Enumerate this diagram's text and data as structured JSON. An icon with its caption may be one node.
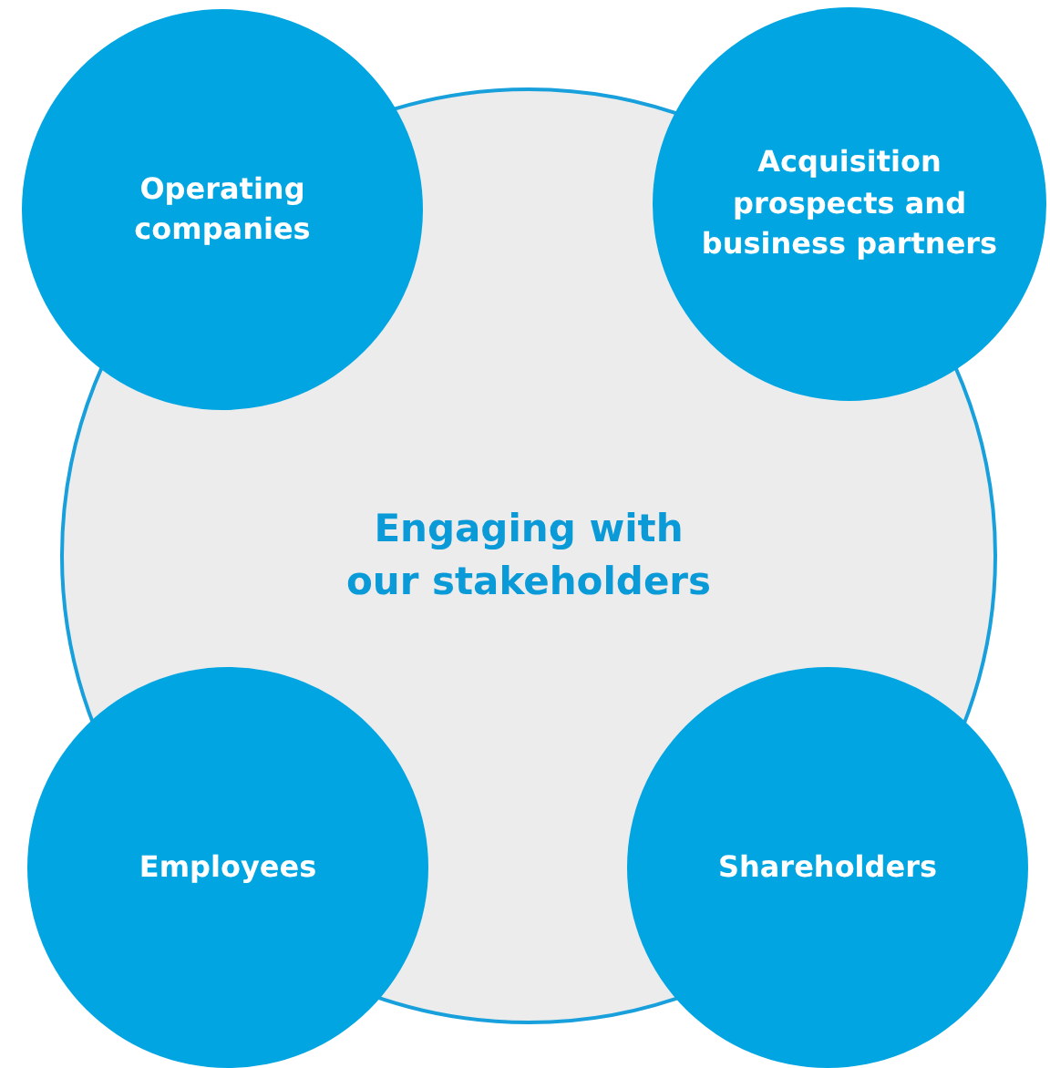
{
  "diagram": {
    "nodes": [
      {
        "text": [
          "Engaging with our stakeholders"
        ]
      },
      {
        "text": [
          "Operating companies"
        ]
      },
      {
        "text": [
          "Acquisition prospects and business partners"
        ]
      },
      {
        "text": [
          "Employees"
        ]
      },
      {
        "text": [
          "Shareholders"
        ]
      }
    ]
  }
}
